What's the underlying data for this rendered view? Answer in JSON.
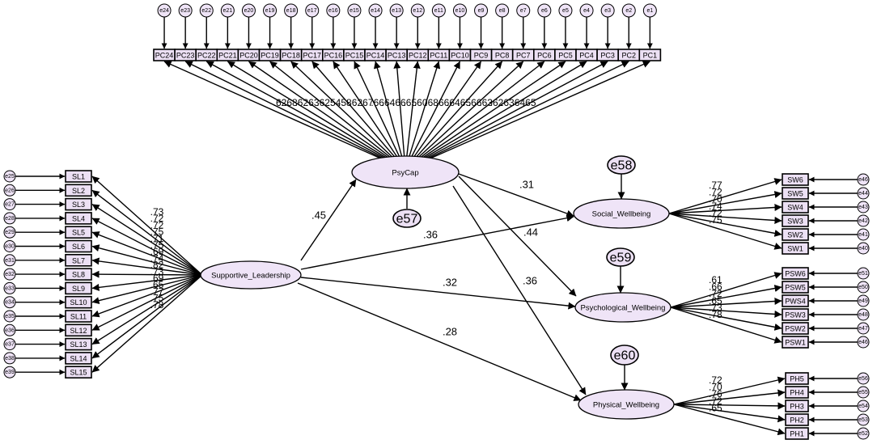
{
  "latents": {
    "psycap": {
      "label": "PsyCap"
    },
    "supportive_leadership": {
      "label": "Supportive_Leadership"
    },
    "social_wellbeing": {
      "label": "Social_Wellbeing"
    },
    "psychological_wellbeing": {
      "label": "Psychological_Wellbeing"
    },
    "physical_wellbeing": {
      "label": "Physical_Wellbeing"
    }
  },
  "disturbances": {
    "psycap": "e57",
    "social": "e58",
    "psychological": "e59",
    "physical": "e60"
  },
  "paths": [
    {
      "id": "sl-psycap",
      "coef": ".45"
    },
    {
      "id": "psycap-social",
      "coef": ".31"
    },
    {
      "id": "psycap-psychological",
      "coef": ".44"
    },
    {
      "id": "psycap-physical",
      "coef": ".36"
    },
    {
      "id": "sl-social",
      "coef": ".36"
    },
    {
      "id": "sl-psychological",
      "coef": ".32"
    },
    {
      "id": "sl-physical",
      "coef": ".28"
    }
  ],
  "psycap_indicators": [
    {
      "label": "PC24",
      "error": "e24"
    },
    {
      "label": "PC23",
      "error": "e23"
    },
    {
      "label": "PC22",
      "error": "e22"
    },
    {
      "label": "PC21",
      "error": "e21"
    },
    {
      "label": "PC20",
      "error": "e20"
    },
    {
      "label": "PC19",
      "error": "e19"
    },
    {
      "label": "PC18",
      "error": "e18"
    },
    {
      "label": "PC17",
      "error": "e17"
    },
    {
      "label": "PC16",
      "error": "e16"
    },
    {
      "label": "PC15",
      "error": "e15"
    },
    {
      "label": "PC14",
      "error": "e14"
    },
    {
      "label": "PC13",
      "error": "e13"
    },
    {
      "label": "PC12",
      "error": "e12"
    },
    {
      "label": "PC11",
      "error": "e11"
    },
    {
      "label": "PC10",
      "error": "e10"
    },
    {
      "label": "PC9",
      "error": "e9"
    },
    {
      "label": "PC8",
      "error": "e8"
    },
    {
      "label": "PC7",
      "error": "e7"
    },
    {
      "label": "PC6",
      "error": "e6"
    },
    {
      "label": "PC5",
      "error": "e5"
    },
    {
      "label": "PC4",
      "error": "e4"
    },
    {
      "label": "PC3",
      "error": "e3"
    },
    {
      "label": "PC2",
      "error": "e2"
    },
    {
      "label": "PC1",
      "error": "e1"
    }
  ],
  "psycap_loading_labels": [
    ".62",
    ".68",
    ".62",
    ".63",
    ".62",
    ".54",
    ".58",
    ".62",
    ".67",
    ".66",
    ".64",
    ".66",
    ".65",
    ".60",
    ".68",
    ".66",
    ".64",
    ".65",
    ".66",
    ".63",
    ".62",
    ".63",
    ".64",
    ".65"
  ],
  "sl_indicators": [
    {
      "label": "SL1",
      "error": "e25",
      "loading": ".73"
    },
    {
      "label": "SL2",
      "error": "e26",
      "loading": ".72"
    },
    {
      "label": "SL3",
      "error": "e27",
      "loading": ".72"
    },
    {
      "label": "SL4",
      "error": "e28",
      "loading": ".75"
    },
    {
      "label": "SL5",
      "error": "e29",
      "loading": ".71"
    },
    {
      "label": "SL6",
      "error": "e30",
      "loading": ".75"
    },
    {
      "label": "SL7",
      "error": "e31",
      "loading": ".69"
    },
    {
      "label": "SL8",
      "error": "e32",
      "loading": ".74"
    },
    {
      "label": "SL9",
      "error": "e33",
      "loading": ".82"
    },
    {
      "label": "SL10",
      "error": "e34",
      "loading": ".73"
    },
    {
      "label": "SL11",
      "error": "e35",
      "loading": ".69"
    },
    {
      "label": "SL12",
      "error": "e36",
      "loading": ".65"
    },
    {
      "label": "SL13",
      "error": "e37",
      "loading": ".77"
    },
    {
      "label": "SL14",
      "error": "e38",
      "loading": ".75"
    },
    {
      "label": "SL15",
      "error": "e39",
      "loading": ".78"
    }
  ],
  "sw_indicators": [
    {
      "label": "SW6",
      "error": "e46",
      "loading": ".77"
    },
    {
      "label": "SW5",
      "error": "e44",
      "loading": ".72"
    },
    {
      "label": "SW4",
      "error": "e43",
      "loading": ".70"
    },
    {
      "label": "SW3",
      "error": "e42",
      "loading": ".74"
    },
    {
      "label": "SW2",
      "error": "e41",
      "loading": ".72"
    },
    {
      "label": "SW1",
      "error": "e40",
      "loading": ".75"
    }
  ],
  "psw_indicators": [
    {
      "label": "PSW6",
      "error": "e51",
      "loading": ".61"
    },
    {
      "label": "PSW5",
      "error": "e50",
      "loading": ".66"
    },
    {
      "label": "PWS4",
      "error": "e49",
      "loading": ".72"
    },
    {
      "label": "PSW3",
      "error": "e48",
      "loading": ".65"
    },
    {
      "label": "PSW2",
      "error": "e47",
      "loading": ".73"
    },
    {
      "label": "PSW1",
      "error": "e46",
      "loading": ".78"
    }
  ],
  "ph_indicators": [
    {
      "label": "PH5",
      "error": "e56",
      "loading": ".72"
    },
    {
      "label": "PH4",
      "error": "e55",
      "loading": ".70"
    },
    {
      "label": "PH3",
      "error": "e54",
      "loading": ".76"
    },
    {
      "label": "PH2",
      "error": "e53",
      "loading": ".72"
    },
    {
      "label": "PH1",
      "error": "e52",
      "loading": ".65"
    }
  ]
}
